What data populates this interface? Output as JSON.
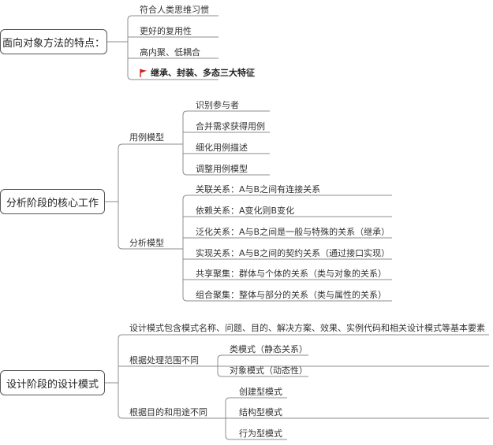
{
  "colors": {
    "line": "#8c8c8c",
    "root_border": "#555555",
    "flag": "#cc2222"
  },
  "sections": [
    {
      "title": "面向对象方法的特点：",
      "children": [
        "符合人类思维习惯",
        "更好的复用性",
        "高内聚、低耦合",
        {
          "text": "继承、封装、多态三大特征",
          "bold": true,
          "icon": "red-flag-icon"
        }
      ]
    },
    {
      "title": "分析阶段的核心工作",
      "groups": [
        {
          "label": "用例模型",
          "items": [
            "识别参与者",
            "合并需求获得用例",
            "细化用例描述",
            "调整用例模型"
          ]
        },
        {
          "label": "分析模型",
          "items": [
            "关联关系：A与B之间有连接关系",
            "依赖关系：A变化则B变化",
            "泛化关系：A与B之间是一般与特殊的关系（继承）",
            "实现关系：A与B之间的契约关系（通过接口实现）",
            "共享聚集：群体与个体的关系（类与对象的关系）",
            "组合聚集：整体与部分的关系（类与属性的关系）"
          ]
        }
      ]
    },
    {
      "title": "设计阶段的设计模式",
      "lead": "设计模式包含模式名称、问题、目的、解决方案、效果、实例代码和相关设计模式等基本要素",
      "groups": [
        {
          "label": "根据处理范围不同",
          "items": [
            "类模式（静态关系）",
            "对象模式（动态性）"
          ]
        },
        {
          "label": "根据目的和用途不同",
          "items": [
            "创建型模式",
            "结构型模式",
            "行为型模式"
          ]
        }
      ]
    }
  ]
}
